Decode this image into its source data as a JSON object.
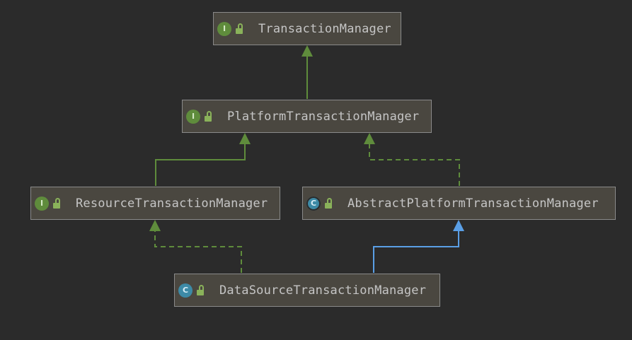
{
  "diagram": {
    "nodes": [
      {
        "id": "transaction-manager",
        "label": "TransactionManager",
        "kind": "interface",
        "kind_glyph": "I",
        "visibility_icon": "unlocked-icon"
      },
      {
        "id": "platform-transaction-manager",
        "label": "PlatformTransactionManager",
        "kind": "interface",
        "kind_glyph": "I",
        "visibility_icon": "unlocked-icon"
      },
      {
        "id": "resource-transaction-manager",
        "label": "ResourceTransactionManager",
        "kind": "interface",
        "kind_glyph": "I",
        "visibility_icon": "unlocked-icon"
      },
      {
        "id": "abstract-platform-transaction-manager",
        "label": "AbstractPlatformTransactionManager",
        "kind": "abstract-class",
        "kind_glyph": "C",
        "visibility_icon": "unlocked-icon"
      },
      {
        "id": "data-source-transaction-manager",
        "label": "DataSourceTransactionManager",
        "kind": "class",
        "kind_glyph": "C",
        "visibility_icon": "unlocked-icon"
      }
    ],
    "edges": [
      {
        "from": "platform-transaction-manager",
        "to": "transaction-manager",
        "type": "extends",
        "style": "solid",
        "color": "#5f8c3c"
      },
      {
        "from": "resource-transaction-manager",
        "to": "platform-transaction-manager",
        "type": "extends",
        "style": "solid",
        "color": "#5f8c3c"
      },
      {
        "from": "abstract-platform-transaction-manager",
        "to": "platform-transaction-manager",
        "type": "implements",
        "style": "dashed",
        "color": "#5f8c3c"
      },
      {
        "from": "data-source-transaction-manager",
        "to": "resource-transaction-manager",
        "type": "implements",
        "style": "dashed",
        "color": "#5f8c3c"
      },
      {
        "from": "data-source-transaction-manager",
        "to": "abstract-platform-transaction-manager",
        "type": "extends",
        "style": "solid",
        "color": "#5a9fe6"
      }
    ],
    "colors": {
      "background": "#2b2b2b",
      "node_fill": "#4a4740",
      "node_border": "#8a8a8a",
      "text": "#c5c5c5",
      "interface_edge": "#5f8c3c",
      "class_edge": "#5a9fe6"
    }
  }
}
